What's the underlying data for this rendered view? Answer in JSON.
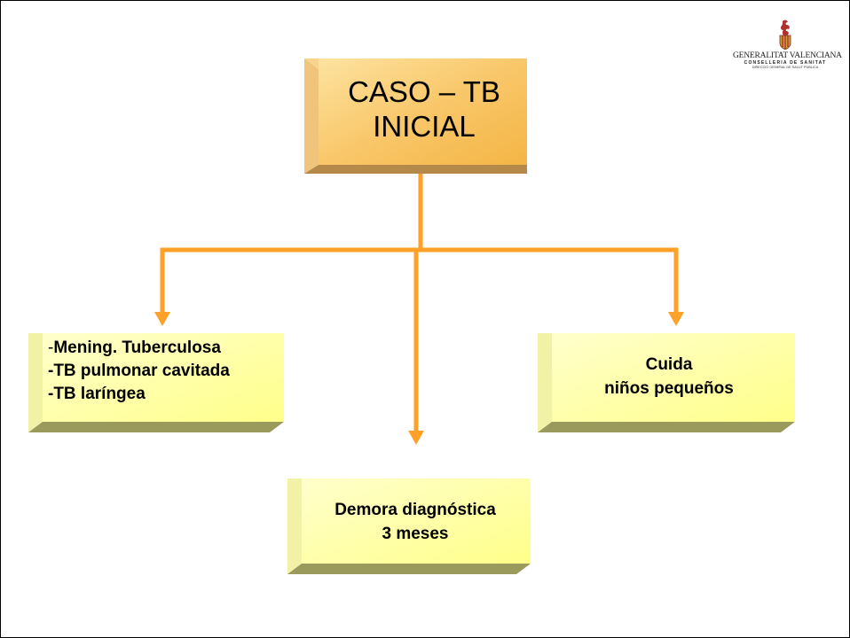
{
  "root_box": {
    "line1": "CASO – TB",
    "line2": "INICIAL"
  },
  "left_box": {
    "item1_dash": "-",
    "item1": "Mening. Tuberculosa",
    "item2": "-TB pulmonar cavitada",
    "item3": "-TB laríngea"
  },
  "right_box": {
    "line1": "Cuida",
    "line2": "niños pequeños"
  },
  "bottom_box": {
    "line1": "Demora diagnóstica",
    "line2": "3 meses"
  },
  "logo": {
    "line1": "GENERALITAT VALENCIANA",
    "line2": "CONSELLERIA DE SANITAT",
    "line3": "DIRECCIÓ GENERAL DE SALUT PÚBLICA"
  },
  "colors": {
    "connector": "#ffa028",
    "root_face": "#f9c86a",
    "box_face": "#ffff99"
  }
}
